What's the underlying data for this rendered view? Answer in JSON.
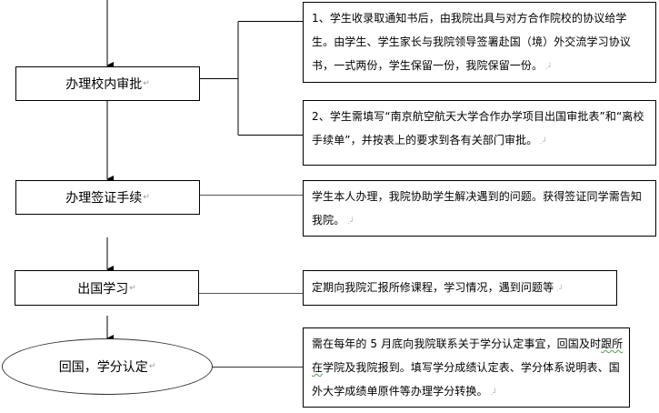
{
  "diagram": {
    "type": "flowchart",
    "steps": [
      {
        "id": "school-approval",
        "label": "办理校内审批",
        "shape": "rectangle"
      },
      {
        "id": "visa",
        "label": "办理签证手续",
        "shape": "rectangle"
      },
      {
        "id": "study-abroad",
        "label": "出国学习",
        "shape": "rectangle"
      },
      {
        "id": "return-credit",
        "label": "回国，学分认定",
        "shape": "ellipse"
      }
    ],
    "notes": [
      {
        "attached_to": "school-approval",
        "text": "1、学生收录取通知书后，由我院出具与对方合作院校的协议给学生。由学生、学生家长与我院领导签署赴国（境）外交流学习协议书，一式两份，学生保留一份，我院保留一份。"
      },
      {
        "attached_to": "school-approval",
        "text": "2、学生需填写“南京航空航天大学合作办学项目出国审批表”和“离校手续单”，并按表上的要求到各有关部门审批。"
      },
      {
        "attached_to": "visa",
        "text": "学生本人办理，我院协助学生解决遇到的问题。获得签证同学需告知我院。"
      },
      {
        "attached_to": "study-abroad",
        "text": "定期向我院汇报所修课程，学习情况，遇到问题等"
      },
      {
        "attached_to": "return-credit",
        "text_before_squiggle": "需在每年的 5 月底向我院联系关于学分认定事宜，回国及时",
        "squiggle_text_1": "跟所",
        "squiggle_text_2": "在",
        "text_after_squiggle": "学院及我院报到。填写学分成绩认定表、学分体系说明表、国外大学成绩单原件等办理学分转换。"
      }
    ],
    "flow": [
      [
        "school-approval",
        "visa"
      ],
      [
        "visa",
        "study-abroad"
      ],
      [
        "study-abroad",
        "return-credit"
      ]
    ],
    "paragraph_mark": "↵",
    "end_mark": ".┘"
  }
}
